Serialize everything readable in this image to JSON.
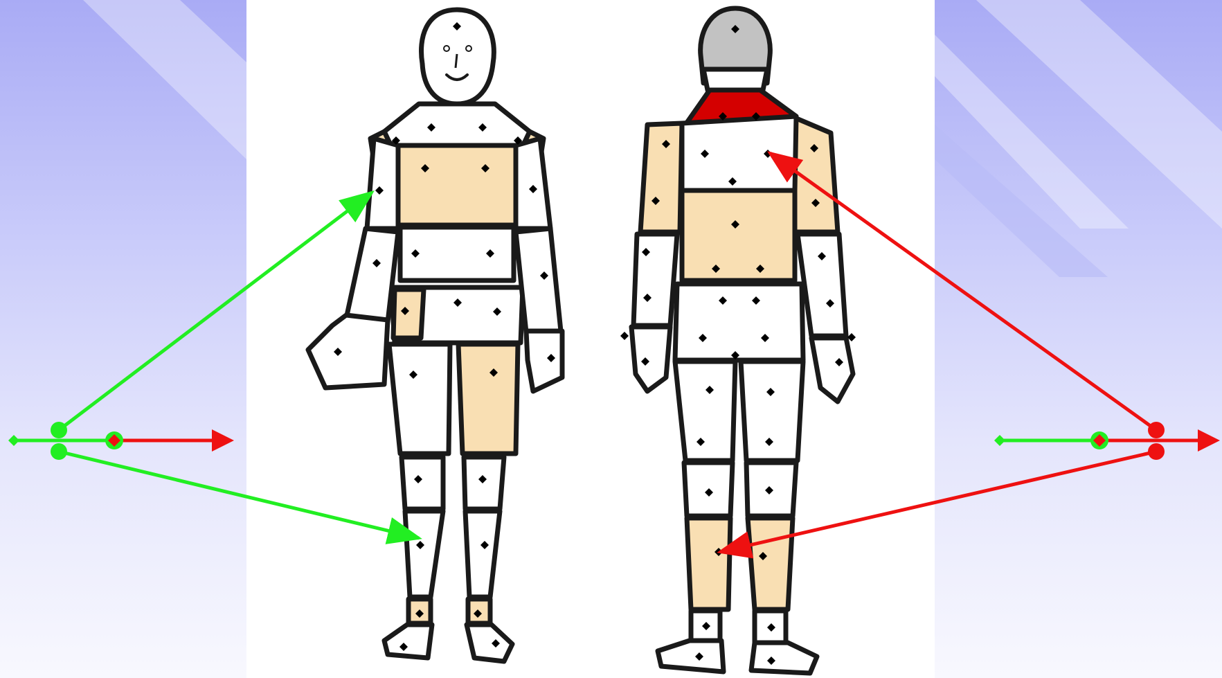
{
  "title": "",
  "colors": {
    "background_top": "#a9abf5",
    "background_bottom": "#f8f8fe",
    "panel": "#ffffff",
    "outline": "#1a1a1a",
    "skin_highlight": "#f9dfb3",
    "head_gray": "#c2c2c2",
    "neck_red": "#d40000",
    "arrow_green": "#22ee22",
    "arrow_red": "#ee1111",
    "marker": "#000000"
  },
  "figures": [
    {
      "name": "front-view",
      "highlighted_regions": [
        "left-shoulder",
        "right-shoulder",
        "chest",
        "left-hip",
        "right-thigh",
        "left-ankle",
        "right-ankle"
      ]
    },
    {
      "name": "back-view",
      "highlighted_regions": [
        "head",
        "neck",
        "upper-arms",
        "lower-back",
        "calves"
      ]
    }
  ],
  "left_axis": {
    "arrow_color": "red",
    "origin_marker": "diamond",
    "connector_color": "green"
  },
  "right_axis": {
    "arrow_color": "red",
    "origin_marker": "diamond",
    "connector_color": "red"
  }
}
